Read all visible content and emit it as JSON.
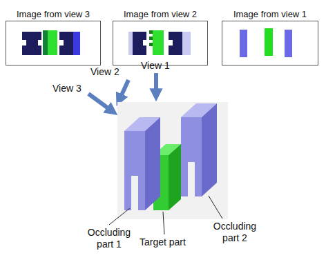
{
  "diagram": {
    "nodes": [
      {
        "text": [
          "Image from view 3"
        ]
      },
      {
        "text": [
          "Image from view 2"
        ]
      },
      {
        "text": [
          "Image from view 1"
        ]
      }
    ],
    "labels": [
      "View 1",
      "View 2",
      "View 3",
      "Occluding part 1",
      "Target part",
      "Occluding part 2"
    ]
  }
}
